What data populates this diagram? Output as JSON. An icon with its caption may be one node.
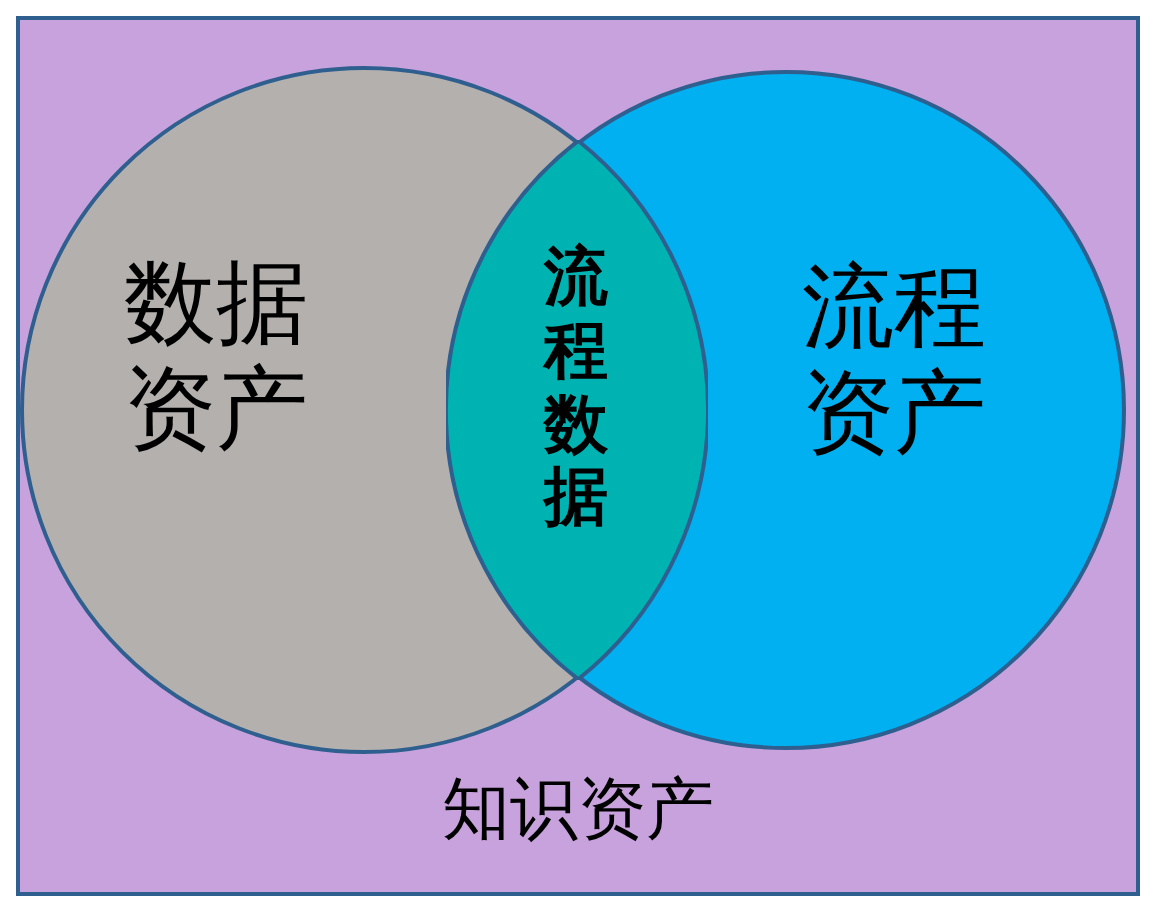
{
  "diagram": {
    "nodes": [
      {
        "text": [
          "知识资产"
        ]
      },
      {
        "text": [
          "数据资产"
        ],
        "in": 0
      },
      {
        "text": [
          "流程资产"
        ],
        "in": 0
      },
      {
        "text": [
          "流程数据"
        ]
      }
    ],
    "edges": []
  }
}
